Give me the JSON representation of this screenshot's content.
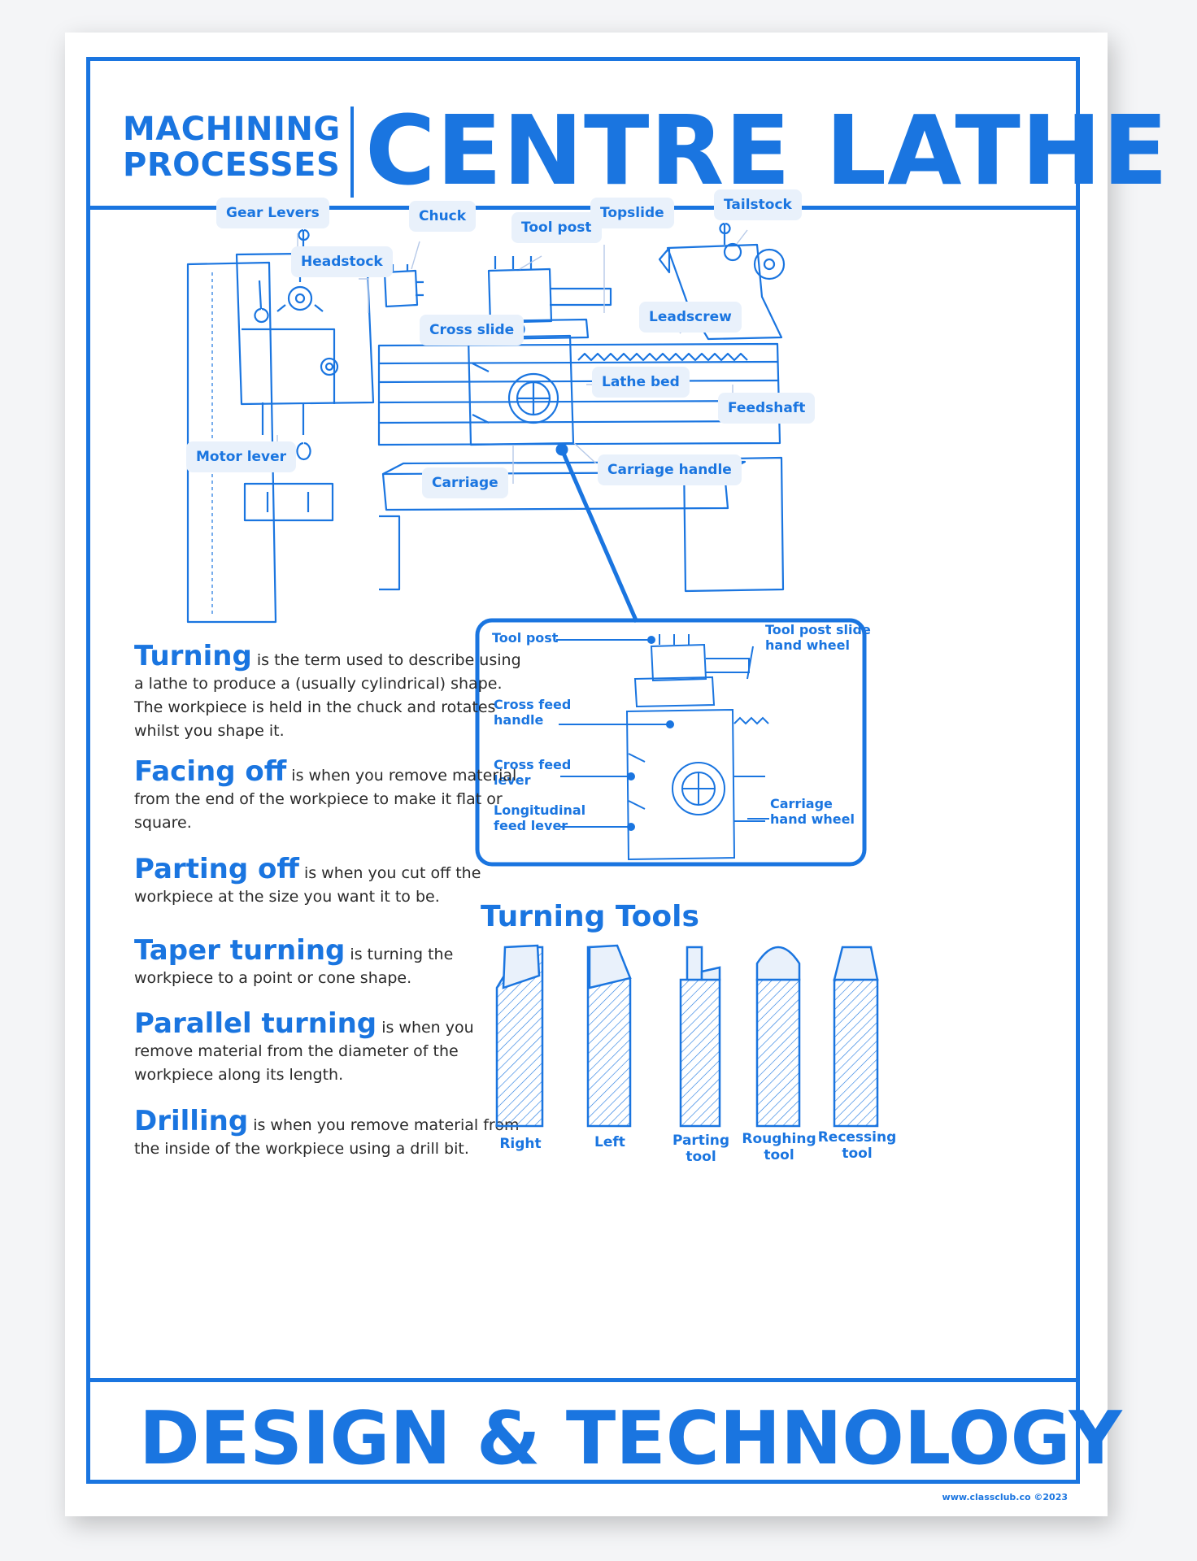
{
  "header": {
    "subtitle_line1": "MACHINING",
    "subtitle_line2": "PROCESSES",
    "title": "CENTRE LATHE"
  },
  "diagram_labels": {
    "gear_levers": "Gear Levers",
    "chuck": "Chuck",
    "tool_post": "Tool post",
    "topslide": "Topslide",
    "tailstock": "Tailstock",
    "headstock": "Headstock",
    "cross_slide": "Cross slide",
    "leadscrew": "Leadscrew",
    "lathe_bed": "Lathe bed",
    "feedshaft": "Feedshaft",
    "motor_lever": "Motor lever",
    "carriage_handle": "Carriage handle",
    "carriage": "Carriage"
  },
  "detail_labels": {
    "tool_post": "Tool post",
    "tool_post_slide_line1": "Tool post slide",
    "tool_post_slide_line2": "hand wheel",
    "cross_feed_handle_line1": "Cross feed",
    "cross_feed_handle_line2": "handle",
    "cross_feed_lever_line1": "Cross feed",
    "cross_feed_lever_line2": "lever",
    "longitudinal_line1": "Longitudinal",
    "longitudinal_line2": "feed lever",
    "carriage_wheel_line1": "Carriage",
    "carriage_wheel_line2": "hand wheel"
  },
  "definitions": [
    {
      "term": "Turning",
      "text": " is the term used to describe using a lathe to produce a (usually cylindrical) shape. The workpiece is held in the chuck and rotates whilst you shape it."
    },
    {
      "term": "Facing off",
      "text": " is when you remove material from the end of the workpiece to make it flat or square."
    },
    {
      "term": "Parting off",
      "text": " is when you cut off the workpiece at the size you want it to be."
    },
    {
      "term": "Taper turning",
      "text": " is turning the workpiece to a point or cone shape."
    },
    {
      "term": "Parallel turning",
      "text": " is when you remove material from the diameter of the workpiece along its length."
    },
    {
      "term": "Drilling",
      "text": " is when you remove material from the inside of the workpiece using a drill bit."
    }
  ],
  "tools": {
    "title": "Turning Tools",
    "items": [
      {
        "line1": "Right",
        "line2": ""
      },
      {
        "line1": "Left",
        "line2": ""
      },
      {
        "line1": "Parting",
        "line2": "tool"
      },
      {
        "line1": "Roughing",
        "line2": "tool"
      },
      {
        "line1": "Recessing",
        "line2": "tool"
      }
    ]
  },
  "footer": {
    "title": "DESIGN & TECHNOLOGY",
    "credit": "www.classclub.co ©2023"
  },
  "colors": {
    "accent": "#1a75e0",
    "label_bg": "#e9f1fb",
    "text": "#2a2a2a"
  }
}
